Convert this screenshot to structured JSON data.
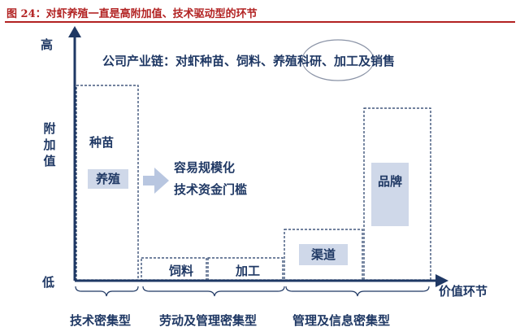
{
  "figure": {
    "title": "图 24：对虾养殖一直是高附加值、技术驱动型的环节"
  },
  "axes": {
    "y_high": "高",
    "y_label": "附加值",
    "y_low": "低",
    "x_label": "价值环节"
  },
  "chain_text": "公司产业链：对虾种苗、饲料、养殖科研、加工及销售",
  "segments": {
    "seed": "种苗",
    "farming": "养殖",
    "feed": "饲料",
    "processing": "加工",
    "channel": "渠道",
    "brand": "品牌"
  },
  "annotation": {
    "line1": "容易规模化",
    "line2": "技术资金门槛"
  },
  "categories": {
    "tech": "技术密集型",
    "labor": "劳动及管理密集型",
    "info": "管理及信息密集型"
  },
  "colors": {
    "axis": "#1f3864",
    "title": "#b22222",
    "highlight": "#cfd8e9",
    "arrow": "#b8c6e0"
  }
}
